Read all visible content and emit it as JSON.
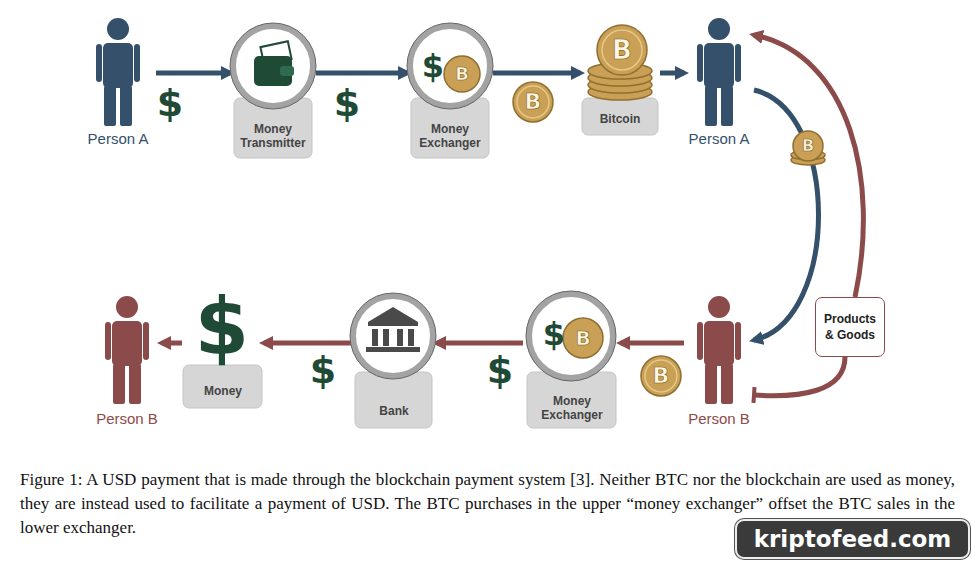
{
  "diagram": {
    "caption": "Figure 1: A USD payment that is made through the blockchain payment system [3]. Neither BTC nor the blockchain are used as money, they are instead used to facilitate a payment of USD. The BTC purchases in the upper “money exchanger” offset the BTC sales in the lower exchanger.",
    "nodes": [
      {
        "text": [
          "Person A"
        ]
      },
      {
        "text": [
          "Money Transmitter"
        ]
      },
      {
        "text": [
          "Money Exchanger"
        ]
      },
      {
        "text": [
          "Bitcoin"
        ]
      },
      {
        "text": [
          "Person A"
        ]
      },
      {
        "text": [
          "Products & Goods"
        ]
      },
      {
        "text": [
          "Person B"
        ]
      },
      {
        "text": [
          "Money"
        ]
      },
      {
        "text": [
          "Bank"
        ]
      },
      {
        "text": [
          "Money Exchanger"
        ]
      },
      {
        "text": [
          "Person B"
        ]
      }
    ],
    "edges": [
      {
        "from": 0,
        "to": 1,
        "arrow": "to"
      },
      {
        "from": 1,
        "to": 2,
        "arrow": "to"
      },
      {
        "from": 2,
        "to": 3,
        "arrow": "to"
      },
      {
        "from": 3,
        "to": 4,
        "arrow": "to"
      },
      {
        "from": 4,
        "to": 10,
        "arrow": "to"
      },
      {
        "from": 10,
        "to": 5,
        "arrow": "none"
      },
      {
        "from": 5,
        "to": 4,
        "arrow": "to"
      },
      {
        "from": 10,
        "to": 9,
        "arrow": "to"
      },
      {
        "from": 9,
        "to": 8,
        "arrow": "to"
      },
      {
        "from": 8,
        "to": 7,
        "arrow": "to"
      },
      {
        "from": 7,
        "to": 6,
        "arrow": "to"
      }
    ],
    "labels": [
      "$",
      "$",
      "$",
      "B",
      "B",
      "B",
      "B",
      "$",
      "$",
      "$",
      "$",
      "B",
      "B",
      "kriptofeed.com"
    ]
  }
}
